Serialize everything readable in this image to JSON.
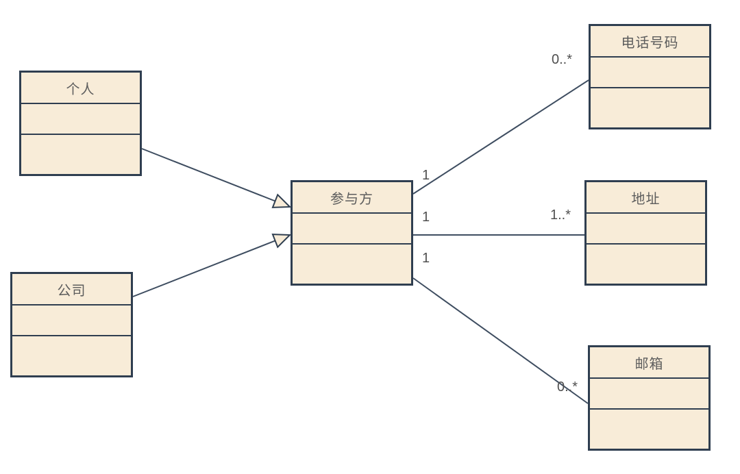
{
  "diagram": {
    "type": "uml-class-diagram",
    "colors": {
      "canvas_bg": "#ffffff",
      "box_fill": "#f8ecd8",
      "box_border": "#2f3e50",
      "edge_color": "#3e4d60",
      "title_color": "#5d5d5d",
      "label_color": "#4f4f4f"
    },
    "classes": [
      {
        "name": "个人"
      },
      {
        "name": "公司"
      },
      {
        "name": "参与方"
      },
      {
        "name": "电话号码"
      },
      {
        "name": "地址"
      },
      {
        "name": "邮箱"
      }
    ],
    "relationships": [
      {
        "type": "generalization",
        "from": "个人",
        "to": "参与方"
      },
      {
        "type": "generalization",
        "from": "公司",
        "to": "参与方"
      },
      {
        "type": "association",
        "from": "参与方",
        "to": "电话号码",
        "from_multiplicity": "1",
        "to_multiplicity": "0..*"
      },
      {
        "type": "association",
        "from": "参与方",
        "to": "地址",
        "from_multiplicity": "1",
        "to_multiplicity": "1..*"
      },
      {
        "type": "association",
        "from": "参与方",
        "to": "邮箱",
        "from_multiplicity": "1",
        "to_multiplicity": "0..*"
      }
    ]
  }
}
